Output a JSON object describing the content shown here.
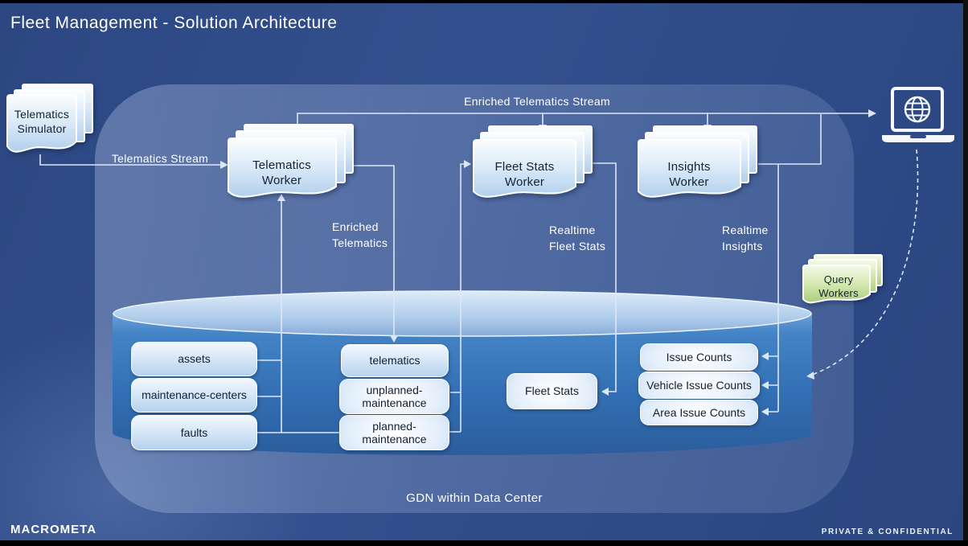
{
  "header": {
    "title": "Fleet Management - Solution Architecture"
  },
  "footer": {
    "brand": "MACROMETA",
    "classification": "PRIVATE & CONFIDENTIAL"
  },
  "gdn": {
    "label": "GDN within Data Center"
  },
  "nodes": {
    "telematics_simulator": "Telematics Simulator",
    "telematics_worker": "Telematics Worker",
    "fleet_stats_worker": "Fleet Stats Worker",
    "insights_worker": "Insights Worker",
    "query_workers": "Query Workers"
  },
  "streams": {
    "telematics_stream": "Telematics Stream",
    "enriched_telematics_stream": "Enriched Telematics Stream",
    "enriched_telematics": "Enriched\nTelematics",
    "realtime_fleet_stats": "Realtime\nFleet Stats",
    "realtime_insights": "Realtime\nInsights"
  },
  "collections": {
    "left": [
      "assets",
      "maintenance-centers",
      "faults"
    ],
    "middle": [
      "telematics",
      "unplanned-maintenance",
      "planned-maintenance"
    ],
    "center": [
      "Fleet Stats"
    ],
    "right": [
      "Issue Counts",
      "Vehicle Issue Counts",
      "Area Issue Counts"
    ]
  },
  "icons": {
    "client_device": "laptop-globe-icon"
  },
  "colors": {
    "background": "#2e4b86",
    "container_overlay": "#5a70a4",
    "cylinder_body": "#3273b8",
    "cylinder_top": "#aecbea",
    "page_blue": "#cfe3f6",
    "page_green": "#cde5ab",
    "connector": "#dce7f5",
    "text_dark": "#16232f",
    "text_light": "#ffffff"
  }
}
